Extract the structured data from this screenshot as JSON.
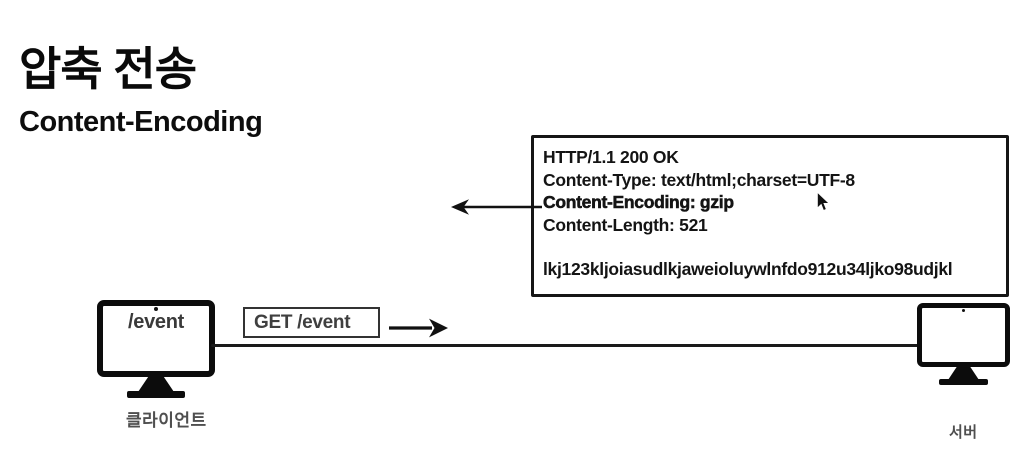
{
  "header": {
    "title": "압축 전송",
    "subtitle": "Content-Encoding"
  },
  "response_box": {
    "lines": [
      {
        "text": "HTTP/1.1 200 OK",
        "emphasis": false
      },
      {
        "text": "Content-Type: text/html;charset=UTF-8",
        "emphasis": false
      },
      {
        "text": "Content-Encoding: gzip",
        "emphasis": true
      },
      {
        "text": "Content-Length: 521",
        "emphasis": false
      }
    ],
    "body": "lkj123kljoiasudlkjaweioluywlnfdo912u34ljko98udjkl"
  },
  "request": {
    "label": "GET /event"
  },
  "client": {
    "screen_label": "/event",
    "caption": "클라이언트"
  },
  "server": {
    "caption": "서버"
  },
  "icons": {
    "response_arrow": "arrow-left-icon",
    "request_arrow": "arrow-right-icon",
    "mouse_cursor": "mouse-pointer-icon",
    "camera": "camera-dot"
  },
  "colors": {
    "ink": "#111111",
    "border": "#151515",
    "request_text": "#3f3f3f",
    "caption_gray": "#4f4f4f",
    "background": "#ffffff"
  }
}
